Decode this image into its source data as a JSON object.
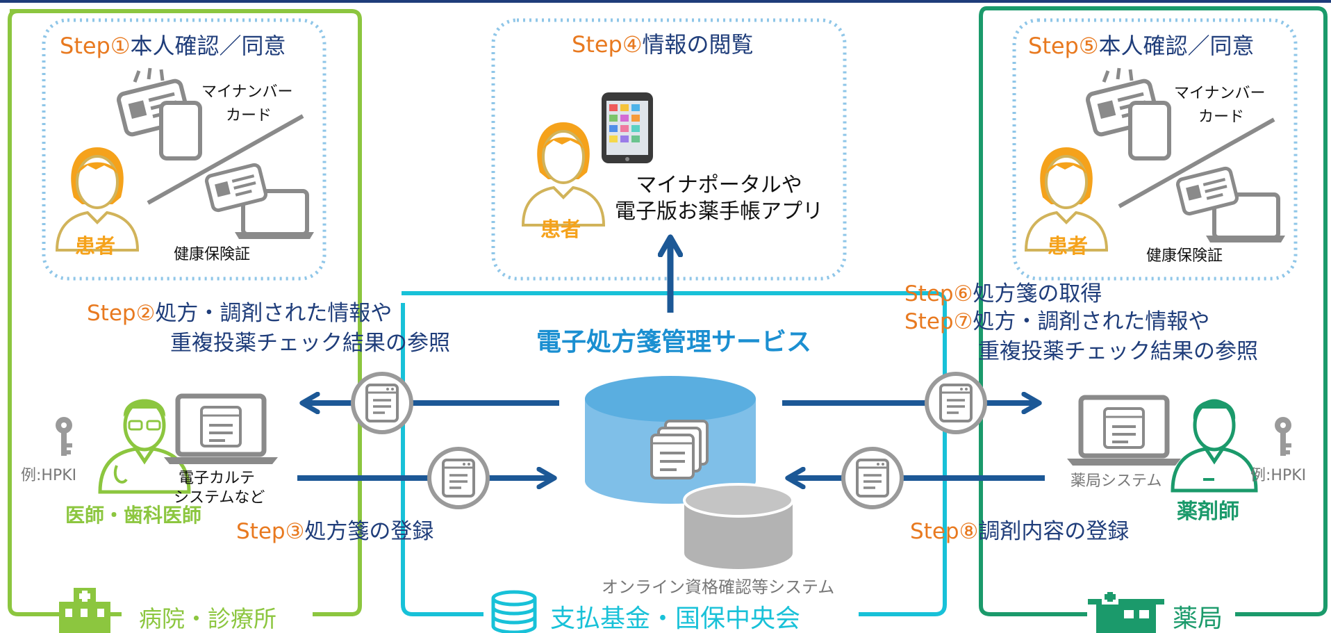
{
  "hospital": {
    "step1": {
      "prefix": "Step①",
      "text": "本人確認／同意"
    },
    "card_label_line1": "マイナンバー",
    "card_label_line2": "カード",
    "insurance_label": "健康保険証",
    "patient_label": "患者",
    "step2": {
      "prefix": "Step②",
      "line1": "処方・調剤された情報や",
      "line2": "重複投薬チェック結果の参照"
    },
    "key_label": "例:HPKI",
    "system_line1": "電子カルテ",
    "system_line2": "システムなど",
    "doctor_label": "医師・歯科医師",
    "step3": {
      "prefix": "Step③",
      "text": "処方箋の登録"
    },
    "org_name": "病院・診療所"
  },
  "center": {
    "step4": {
      "prefix": "Step④",
      "text": "情報の閲覧"
    },
    "patient_label": "患者",
    "app_line1": "マイナポータルや",
    "app_line2": "電子版お薬手帳アプリ",
    "service_name": "電子処方箋管理サービス",
    "system_name": "オンライン資格確認等システム",
    "org_name": "支払基金・国保中央会"
  },
  "pharmacy": {
    "step5": {
      "prefix": "Step⑤",
      "text": "本人確認／同意"
    },
    "card_label_line1": "マイナンバー",
    "card_label_line2": "カード",
    "insurance_label": "健康保険証",
    "patient_label": "患者",
    "step6": {
      "prefix": "Step⑥",
      "text": "処方箋の取得"
    },
    "step7": {
      "prefix": "Step⑦",
      "line1": "処方・調剤された情報や",
      "line2": "重複投薬チェック結果の参照"
    },
    "system_label": "薬局システム",
    "key_label": "例:HPKI",
    "pharmacist_label": "薬剤師",
    "step8": {
      "prefix": "Step⑧",
      "text": "調剤内容の登録"
    },
    "org_name": "薬局"
  },
  "colors": {
    "hospital_border": "#8cc63f",
    "center_border": "#18c1d8",
    "pharmacy_border": "#1b9a6b",
    "step_orange": "#e8791f",
    "step_navy": "#1f3d7a",
    "arrow_navy": "#1c5896",
    "patient_orange": "#f5a21b",
    "dotted_blue": "#8fc6e8"
  }
}
